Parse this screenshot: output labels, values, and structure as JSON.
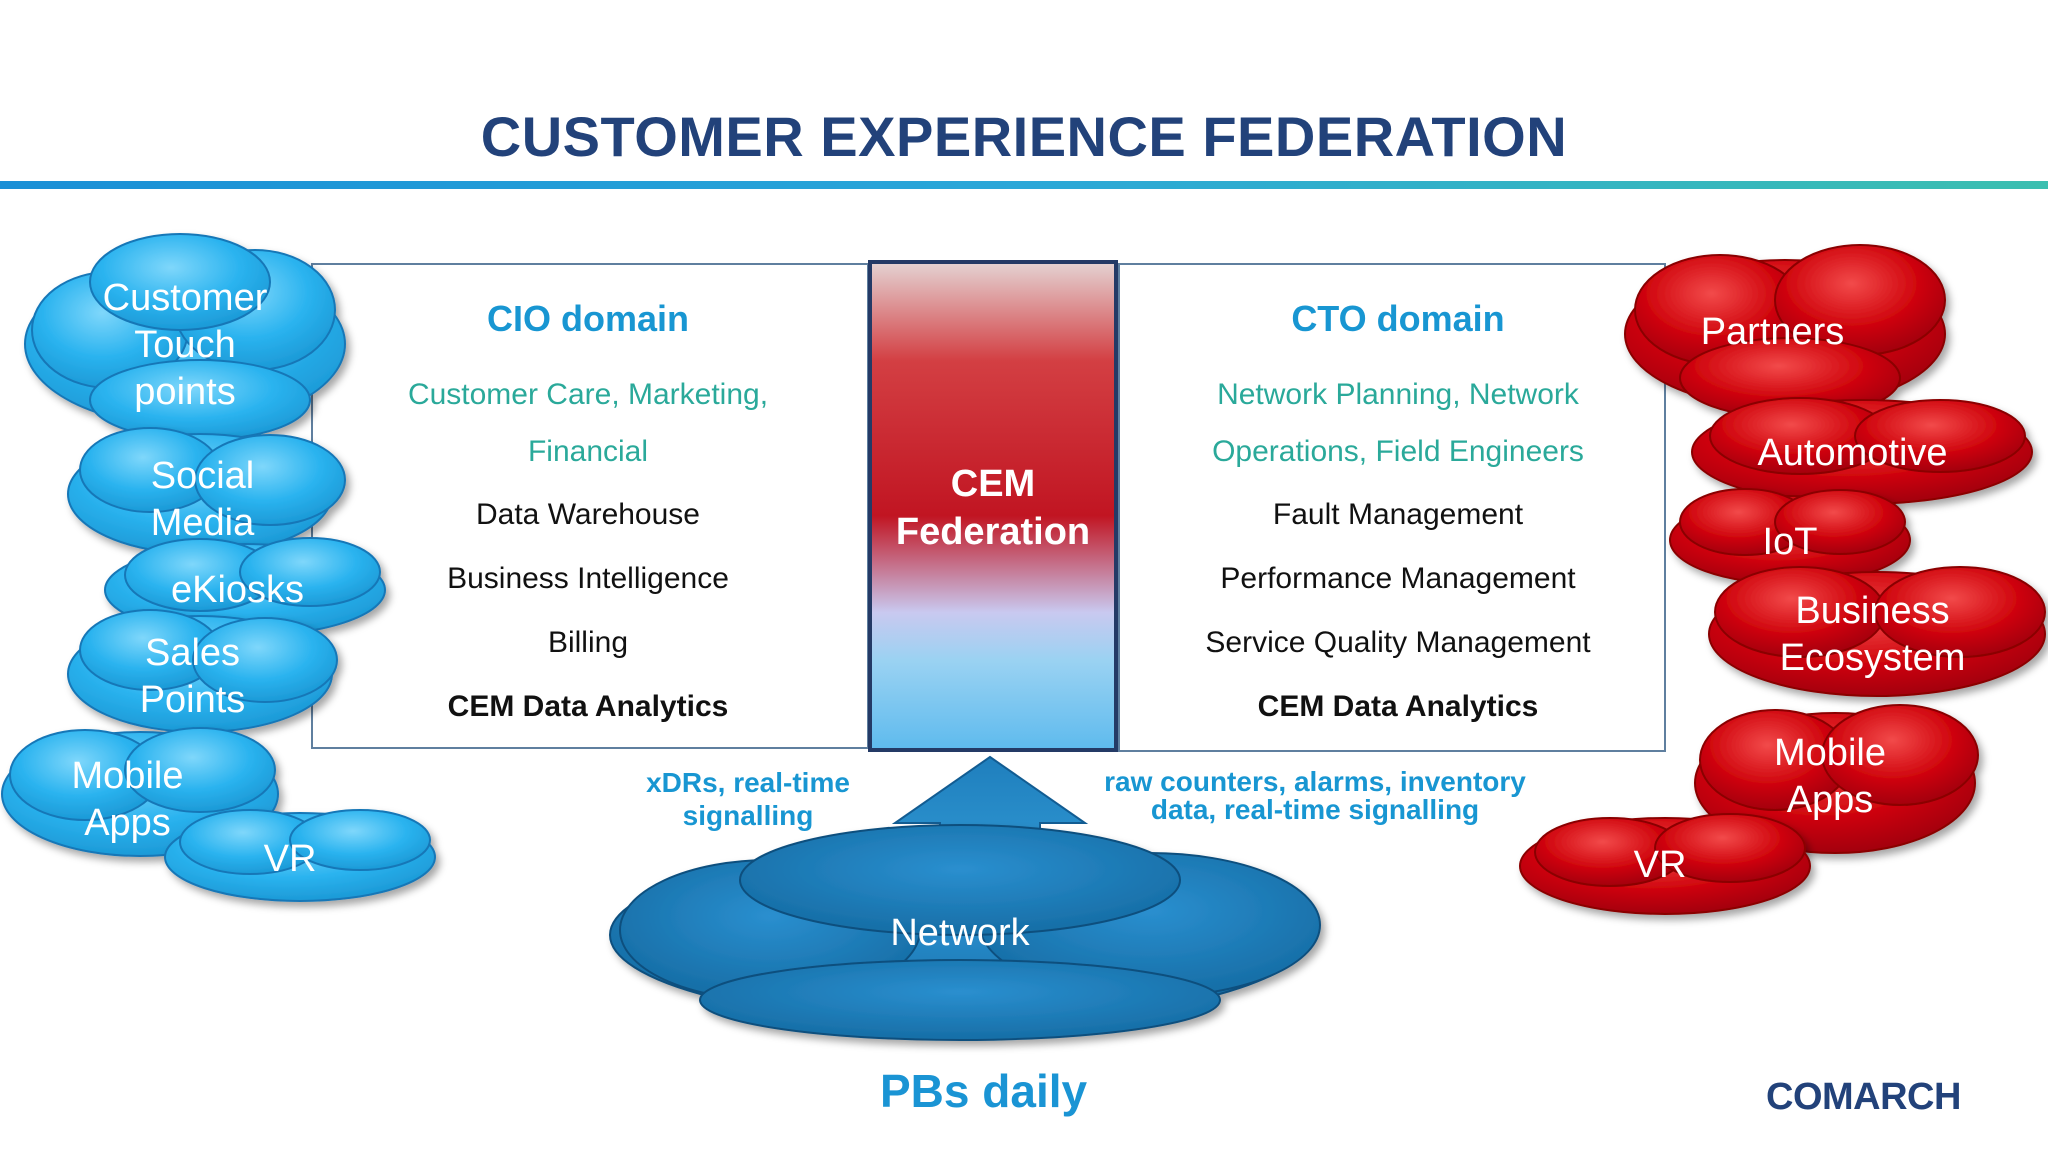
{
  "title": "CUSTOMER EXPERIENCE FEDERATION",
  "colors": {
    "title": "#22427a",
    "accent_blue": "#1896d2",
    "teal": "#2aa99a",
    "cloud_light_blue": "#2ab3ef",
    "cloud_red": "#d0060e",
    "network_blue": "#1a78b8"
  },
  "cio": {
    "title": "CIO domain",
    "subtitle_line1": "Customer Care, Marketing,",
    "subtitle_line2": "Financial",
    "items": [
      "Data Warehouse",
      "Business Intelligence",
      "Billing"
    ],
    "analytics": "CEM Data Analytics"
  },
  "cto": {
    "title": "CTO domain",
    "subtitle_line1": "Network Planning, Network",
    "subtitle_line2": "Operations, Field Engineers",
    "items": [
      "Fault Management",
      "Performance Management",
      "Service Quality Management"
    ],
    "analytics": "CEM Data Analytics"
  },
  "cem": {
    "line1": "CEM",
    "line2": "Federation"
  },
  "flows": {
    "left_line1": "xDRs, real-time",
    "left_line2": "signalling",
    "right_line1": "raw counters, alarms, inventory",
    "right_line2": "data, real-time signalling"
  },
  "network": {
    "label": "Network",
    "volume": "PBs daily"
  },
  "left_clouds": [
    {
      "lines": [
        "Customer",
        "Touch",
        "points"
      ]
    },
    {
      "lines": [
        "Social",
        "Media"
      ]
    },
    {
      "lines": [
        "eKiosks"
      ]
    },
    {
      "lines": [
        "Sales",
        "Points"
      ]
    },
    {
      "lines": [
        "Mobile",
        "Apps"
      ]
    },
    {
      "lines": [
        "VR"
      ]
    }
  ],
  "right_clouds": [
    {
      "lines": [
        "Partners"
      ]
    },
    {
      "lines": [
        "Automotive"
      ]
    },
    {
      "lines": [
        "IoT"
      ]
    },
    {
      "lines": [
        "Business",
        "Ecosystem"
      ]
    },
    {
      "lines": [
        "Mobile",
        "Apps"
      ]
    },
    {
      "lines": [
        "VR"
      ]
    }
  ],
  "logo": "COMARCH"
}
